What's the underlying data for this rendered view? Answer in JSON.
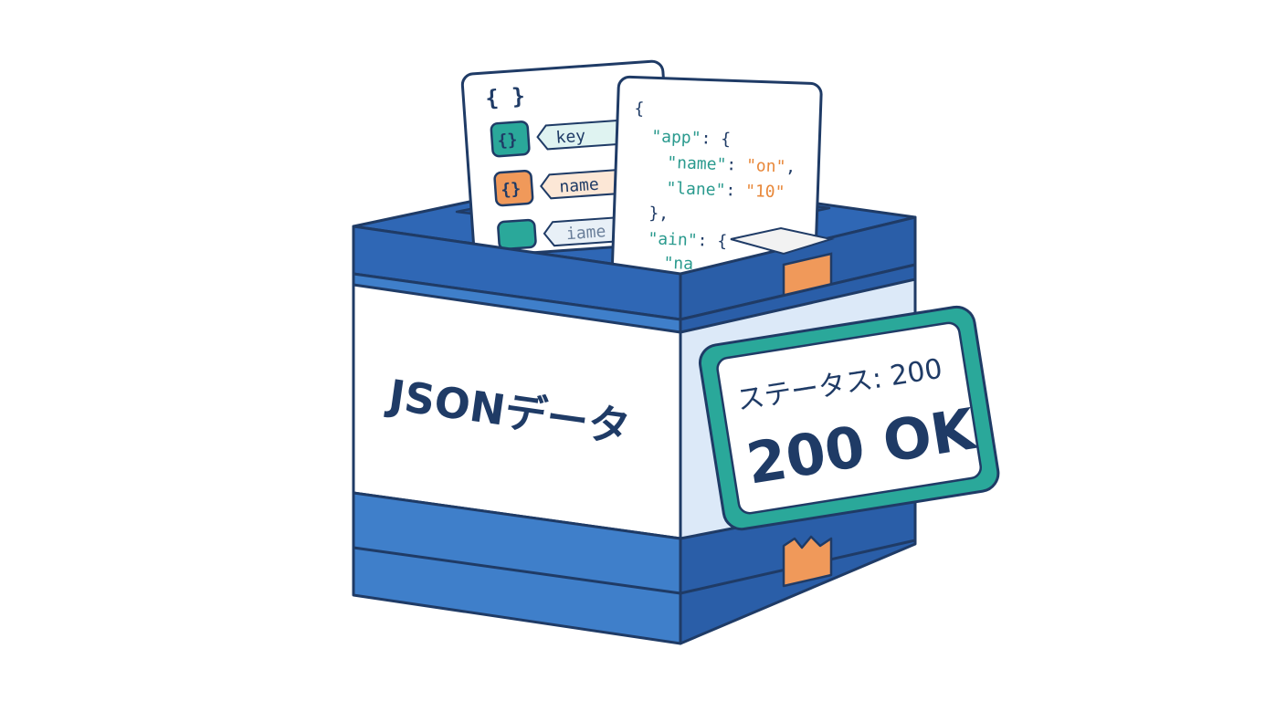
{
  "colors": {
    "outline": "#1f3b66",
    "box_blue": "#3f7fca",
    "box_blue_dark": "#2f66b0",
    "box_top": "#2f67b5",
    "label_white": "#ffffff",
    "side_light": "#dce9f8",
    "tape_orange": "#f0995a",
    "tape_light": "#f2f2f2",
    "teal": "#2aa89a",
    "teal_light": "#dff3f1",
    "orange_light": "#fce7d6",
    "text_navy": "#1f3b66",
    "json_key": "#2a9a8e",
    "json_value": "#e8883a"
  },
  "back_card": {
    "braces": "{ }",
    "rows": [
      {
        "icon_text": "{}",
        "label": "key",
        "color": "teal"
      },
      {
        "icon_text": "{}",
        "label": "name",
        "color": "orange"
      },
      {
        "icon_text": "",
        "label": "iame",
        "color": "teal"
      }
    ]
  },
  "front_card": {
    "line1": "{",
    "line2_key": "\"app\"",
    "line2_rest": ": {",
    "line3_key": "\"name\"",
    "line3_colon": ": ",
    "line3_value": "\"on\"",
    "line3_comma": ",",
    "line4_key": "\"lane\"",
    "line4_colon": ": ",
    "line4_value": "\"10\"",
    "line5": "},",
    "line6_key": "\"ain\"",
    "line6_rest": ": {",
    "line7_key": "\"na"
  },
  "box_label": "JSONデータ",
  "status_tag": {
    "line1": "ステータス: 200",
    "line2": "200 OK"
  }
}
